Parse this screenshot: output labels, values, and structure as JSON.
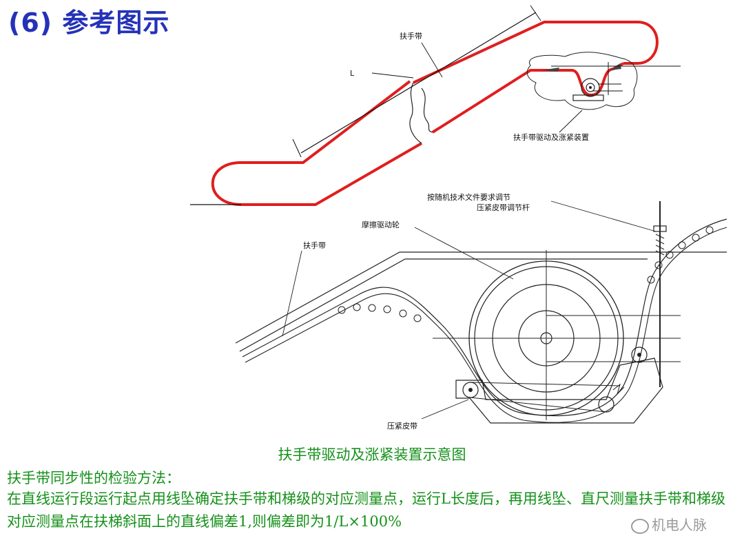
{
  "slide": {
    "title": "(6) 参考图示"
  },
  "top_diagram": {
    "labels": {
      "handrail": "扶手带",
      "length": "L",
      "drive_tension": "扶手带驱动及涨紧装置"
    }
  },
  "bottom_diagram": {
    "labels": {
      "adjust_rod_line1": "按随机技术文件要求调节",
      "adjust_rod_line2": "压紧皮带调节杆",
      "friction_wheel": "摩擦驱动轮",
      "handrail": "扶手带",
      "press_belt": "压紧皮带"
    }
  },
  "caption": "扶手带驱动及涨紧装置示意图",
  "method": {
    "heading": "扶手带同步性的检验方法：",
    "body": "在直线运行段运行起点用线坠确定扶手带和梯级的对应测量点，运行L长度后，再用线坠、直尺测量扶手带和梯级对应测量点在扶梯斜面上的直线偏差1,则偏差即为1/L×100%"
  },
  "watermark": "机电人脉",
  "colors": {
    "title": "#2432b8",
    "handrail_red": "#e01e1e",
    "caption_green": "#15911a"
  }
}
